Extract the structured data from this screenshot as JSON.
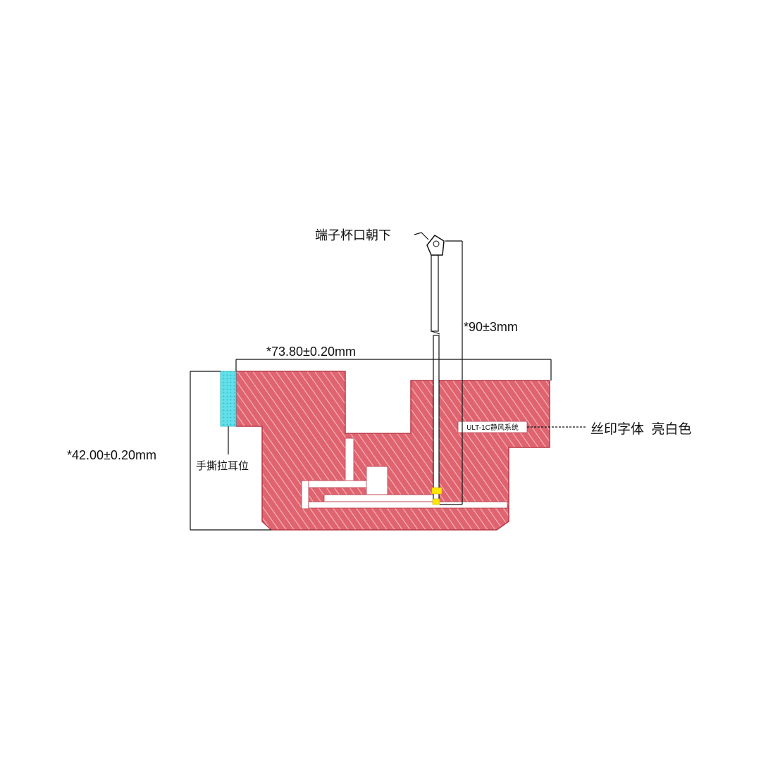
{
  "annotations": {
    "terminal_cup_down": "端子杯口朝下",
    "cable_length": "*90±3mm",
    "width_dimension": "*73.80±0.20mm",
    "height_dimension": "*42.00±0.20mm",
    "pull_tab": "手撕拉耳位",
    "silkscreen_note": "丝印字体  亮白色",
    "silkscreen_text": "ULT-1C静风系统"
  },
  "colors": {
    "antenna_body": "#e06470",
    "hatch": "#f3b8bd",
    "pull_tab": "#61e0ea",
    "solder_pad": "#ffe600",
    "outline": "#111111"
  },
  "icons": {
    "connector": "ipex-connector-icon"
  }
}
